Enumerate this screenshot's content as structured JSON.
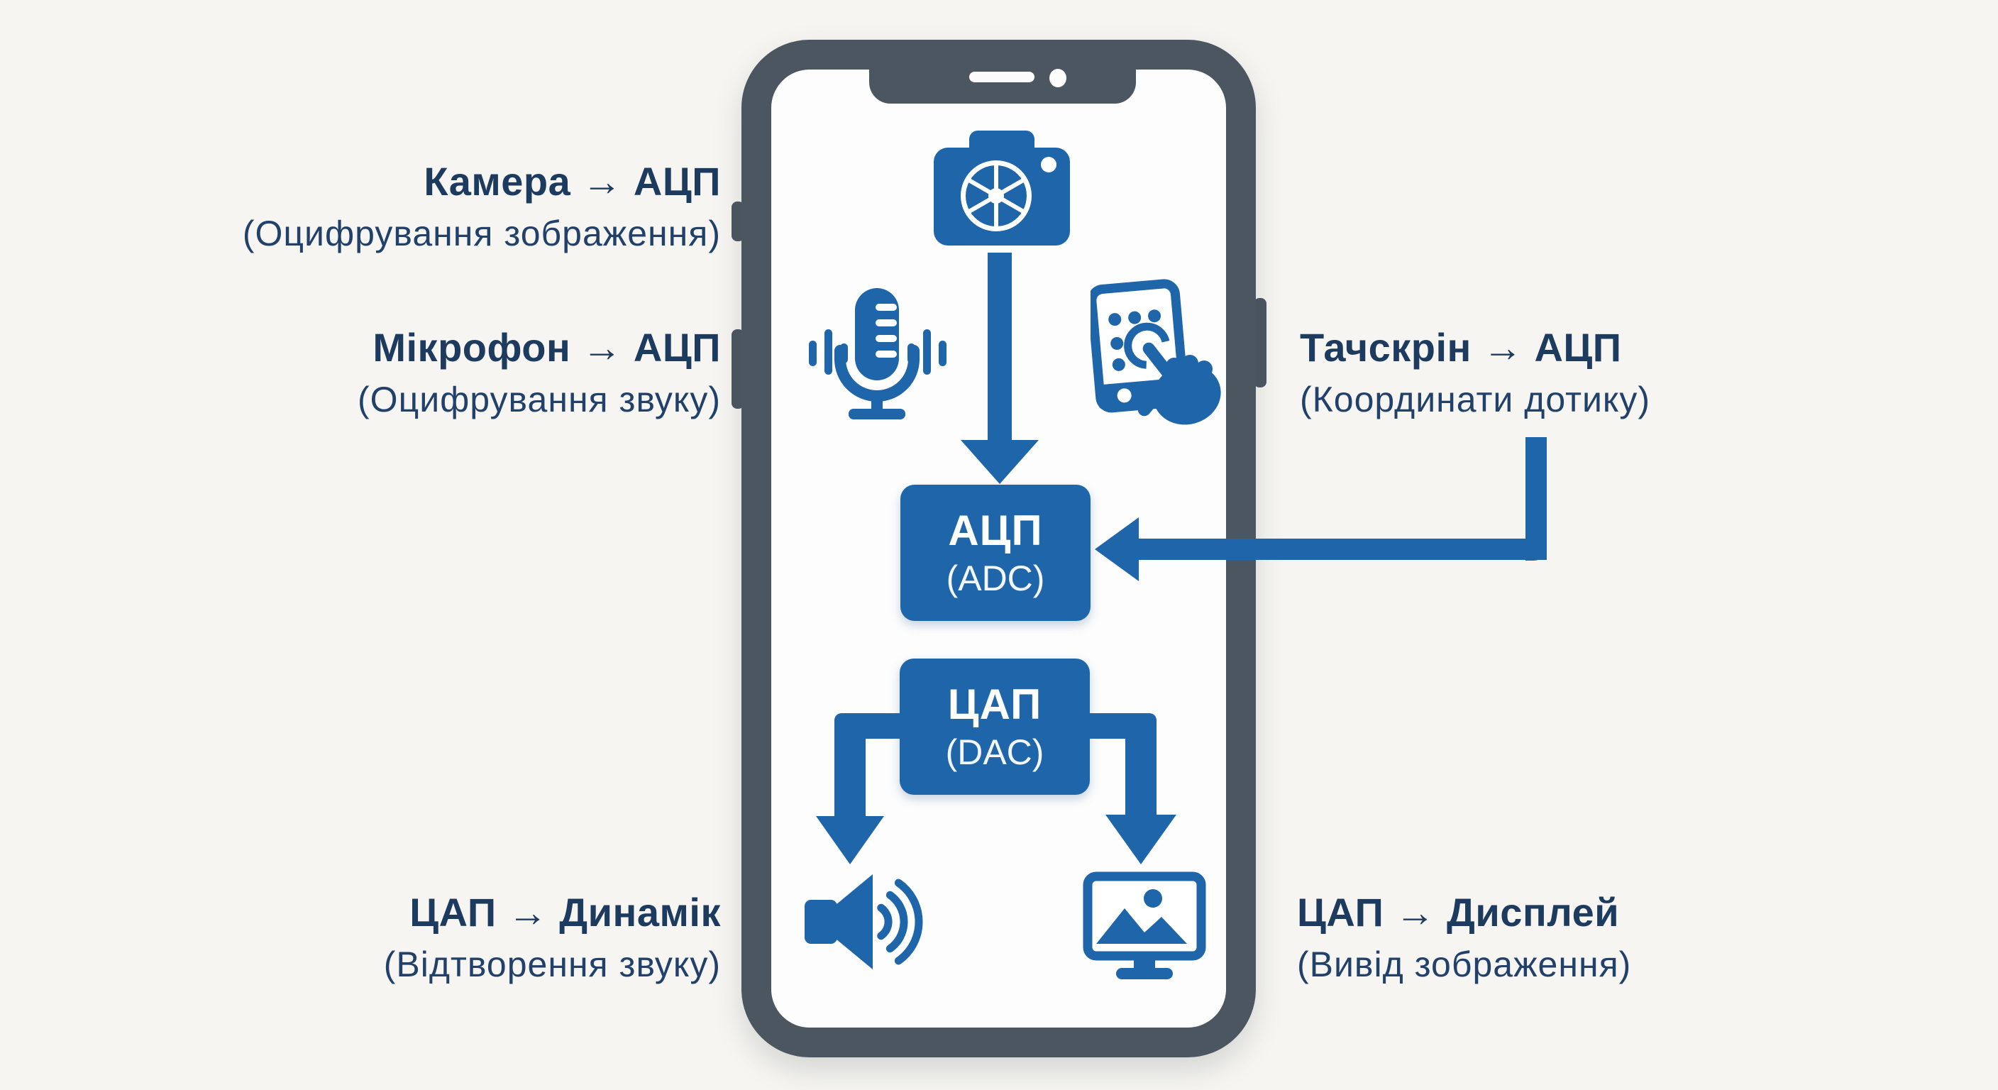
{
  "colors": {
    "background": "#f6f5f1",
    "accent_blue": "#1f65a9",
    "navy_text": "#1d3a5f",
    "phone_frame": "#4c5661",
    "screen": "#fdfdfd",
    "box_text": "#ffffff"
  },
  "labels": {
    "camera": {
      "title": "Камера → АЦП",
      "subtitle": "(Оцифрування зображення)"
    },
    "microphone": {
      "title": "Мікрофон → АЦП",
      "subtitle": "(Оцифрування звуку)"
    },
    "touchscreen": {
      "title": "Тачскрін → АЦП",
      "subtitle": "(Координати дотику)"
    },
    "speaker": {
      "title": "ЦАП → Динамік",
      "subtitle": "(Відтворення звуку)"
    },
    "display": {
      "title": "ЦАП → Дисплей",
      "subtitle": "(Вивід зображення)"
    }
  },
  "nodes": {
    "adc": {
      "title": "АЦП",
      "subtitle": "(ADC)"
    },
    "dac": {
      "title": "ЦАП",
      "subtitle": "(DAC)"
    }
  },
  "icons": {
    "camera": "camera-icon",
    "microphone": "microphone-icon",
    "touchscreen": "touchscreen-icon",
    "speaker": "speaker-icon",
    "display": "display-icon"
  }
}
